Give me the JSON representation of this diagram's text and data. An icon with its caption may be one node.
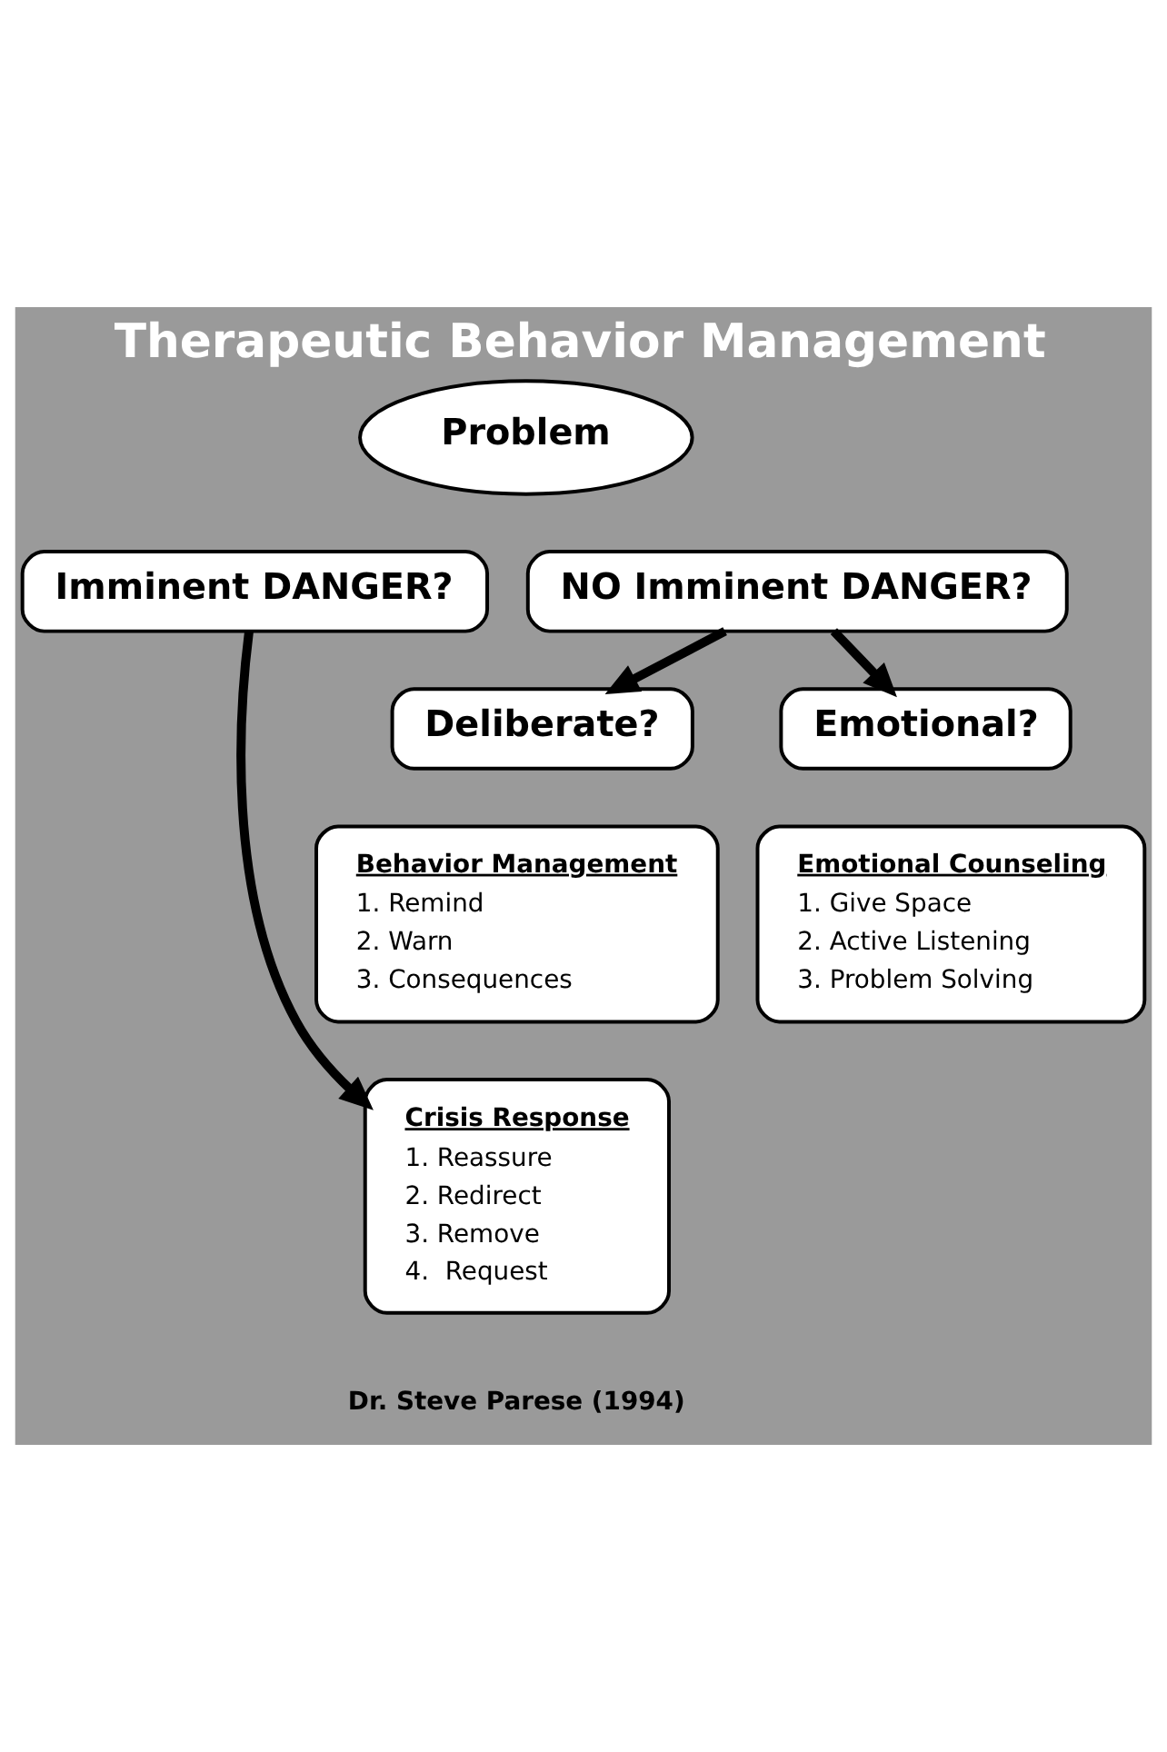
{
  "diagram": {
    "title": "Therapeutic Behavior Management",
    "caption": "Dr. Steve Parese (1994)",
    "nodes": [
      {
        "text": [
          "Problem"
        ]
      },
      {
        "text": [
          "Imminent DANGER?"
        ]
      },
      {
        "text": [
          "NO Imminent DANGER?"
        ]
      },
      {
        "text": [
          "Deliberate?"
        ]
      },
      {
        "text": [
          "Emotional?"
        ]
      },
      {
        "text": [
          "Behavior Management",
          "1. Remind",
          "2. Warn",
          "3. Consequences"
        ]
      },
      {
        "text": [
          "Emotional Counseling",
          "1. Give Space",
          "2. Active Listening",
          "3. Problem Solving"
        ]
      },
      {
        "text": [
          "Crisis Response",
          "1. Reassure",
          "2. Redirect",
          "3. Remove",
          "4.  Request"
        ]
      }
    ],
    "edges": [
      {
        "from": 1,
        "to": 7,
        "arrow": "to"
      },
      {
        "from": 2,
        "to": 3,
        "arrow": "to"
      },
      {
        "from": 2,
        "to": 4,
        "arrow": "to"
      }
    ]
  }
}
